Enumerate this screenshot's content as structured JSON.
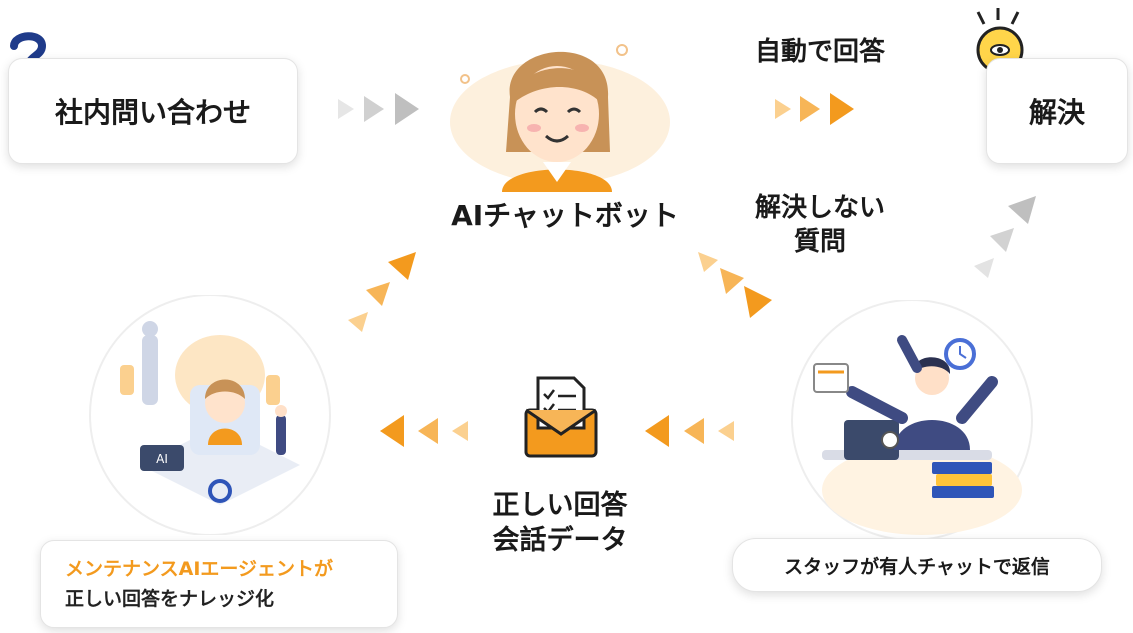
{
  "nodes": {
    "inquiry": "社内問い合わせ",
    "resolved": "解決",
    "chatbot": "AIチャットボット",
    "auto_answer": "自動で回答",
    "unresolved": "解決しない\n質問",
    "correct_data": "正しい回答\n会話データ",
    "staff_reply": "スタッフが有人チャットで返信",
    "agent_title": "メンテナンスAIエージェントが",
    "agent_sub": "正しい回答をナレッジ化"
  },
  "icons": {
    "question": "question-mark-icon",
    "lightbulb": "lightbulb-icon",
    "chatbot": "woman-avatar-icon",
    "envelope": "document-envelope-icon",
    "staff": "busy-staff-illustration",
    "agent": "ai-agent-illustration"
  },
  "colors": {
    "accent": "#f39a1e",
    "gray_arrow": "#c8c8c8",
    "agent_title": "#f39a1e"
  }
}
